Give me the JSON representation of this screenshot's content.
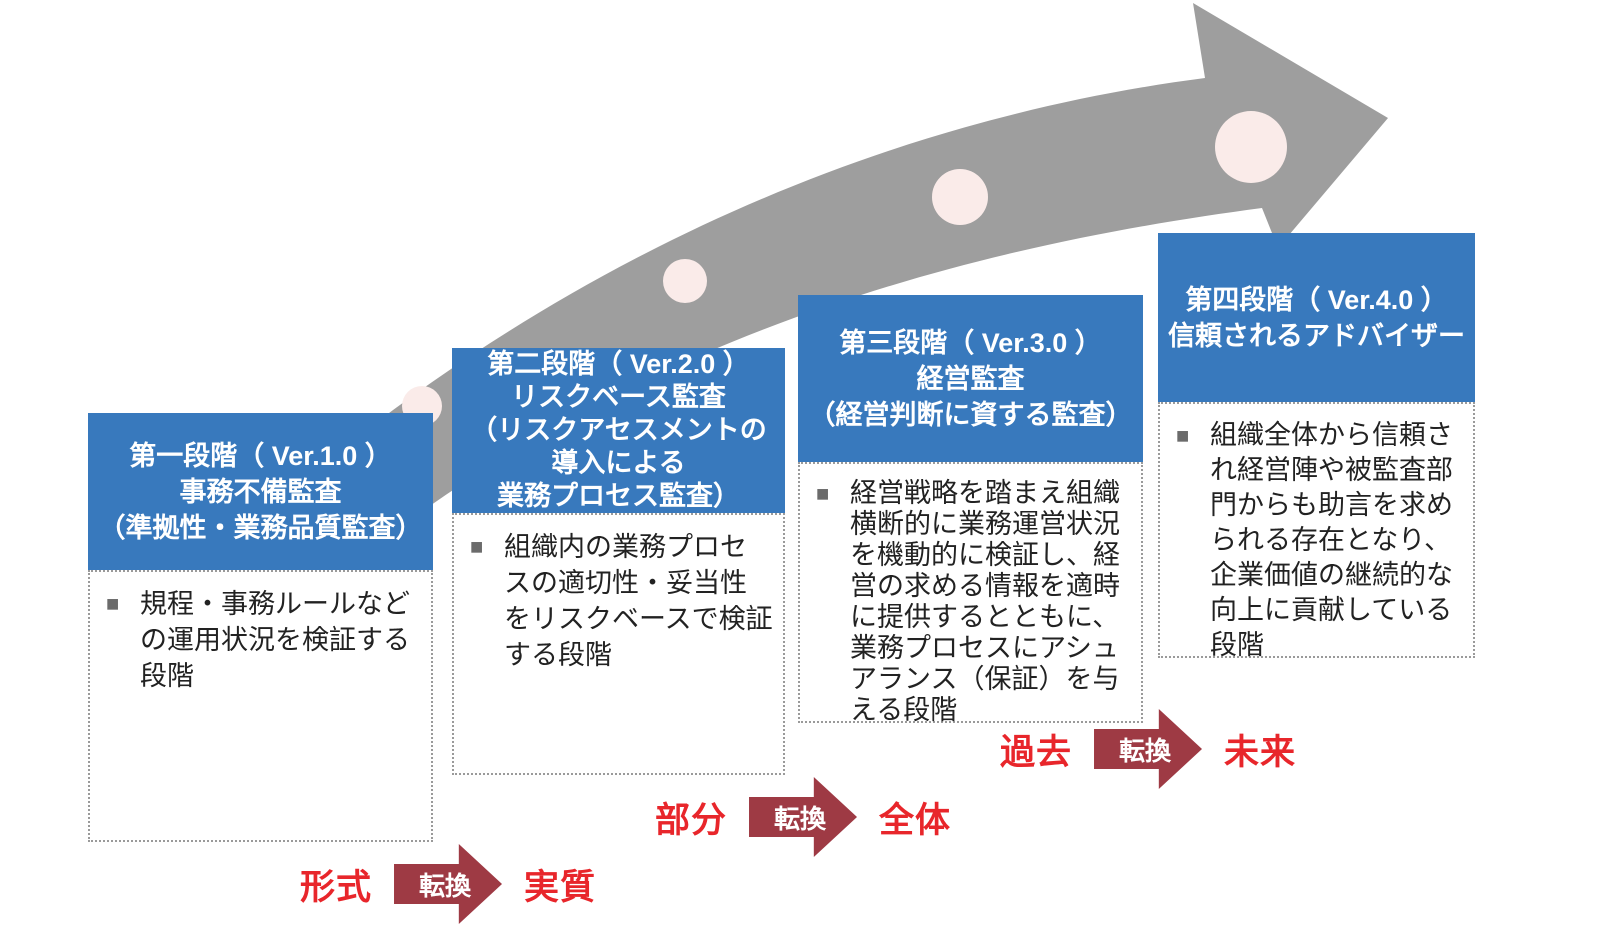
{
  "stages": [
    {
      "title": "第一段階（ Ver.1.0 ）\n事務不備監査\n（準拠性・業務品質監査）",
      "bullet_icon": "■",
      "body": "規程・事務ルールなどの運用状況を検証する段階"
    },
    {
      "title": "第二段階（ Ver.2.0 ）\nリスクベース監査\n（リスクアセスメントの\n導入による\n業務プロセス監査）",
      "bullet_icon": "■",
      "body": "組織内の業務プロセスの適切性・妥当性をリスクベースで検証する段階"
    },
    {
      "title": "第三段階（ Ver.3.0 ）\n経営監査\n（経営判断に資する監査）",
      "bullet_icon": "■",
      "body": "経営戦略を踏まえ組織横断的に業務運営状況を機動的に検証し、経営の求める情報を適時に提供するとともに、業務プロセスにアシュアランス（保証）を与える段階"
    },
    {
      "title": "第四段階（ Ver.4.0 ）\n信頼されるアドバイザー",
      "bullet_icon": "■",
      "body": "組織全体から信頼され経営陣や被監査部門からも助言を求められる存在となり、企業価値の継続的な向上に貢献している段階"
    }
  ],
  "conversions": [
    {
      "from": "形式",
      "label": "転換",
      "to": "実質"
    },
    {
      "from": "部分",
      "label": "転換",
      "to": "全体"
    },
    {
      "from": "過去",
      "label": "転換",
      "to": "未来"
    }
  ],
  "colors": {
    "stage-blue": "#3879bd",
    "arrow-gray": "#9e9e9e",
    "dot-pink": "#faebe9",
    "conversion-dark-red": "#9e3a44",
    "conversion-red": "#e8262b",
    "body-text": "#222222",
    "bullet-gray": "#6b6b6b"
  }
}
